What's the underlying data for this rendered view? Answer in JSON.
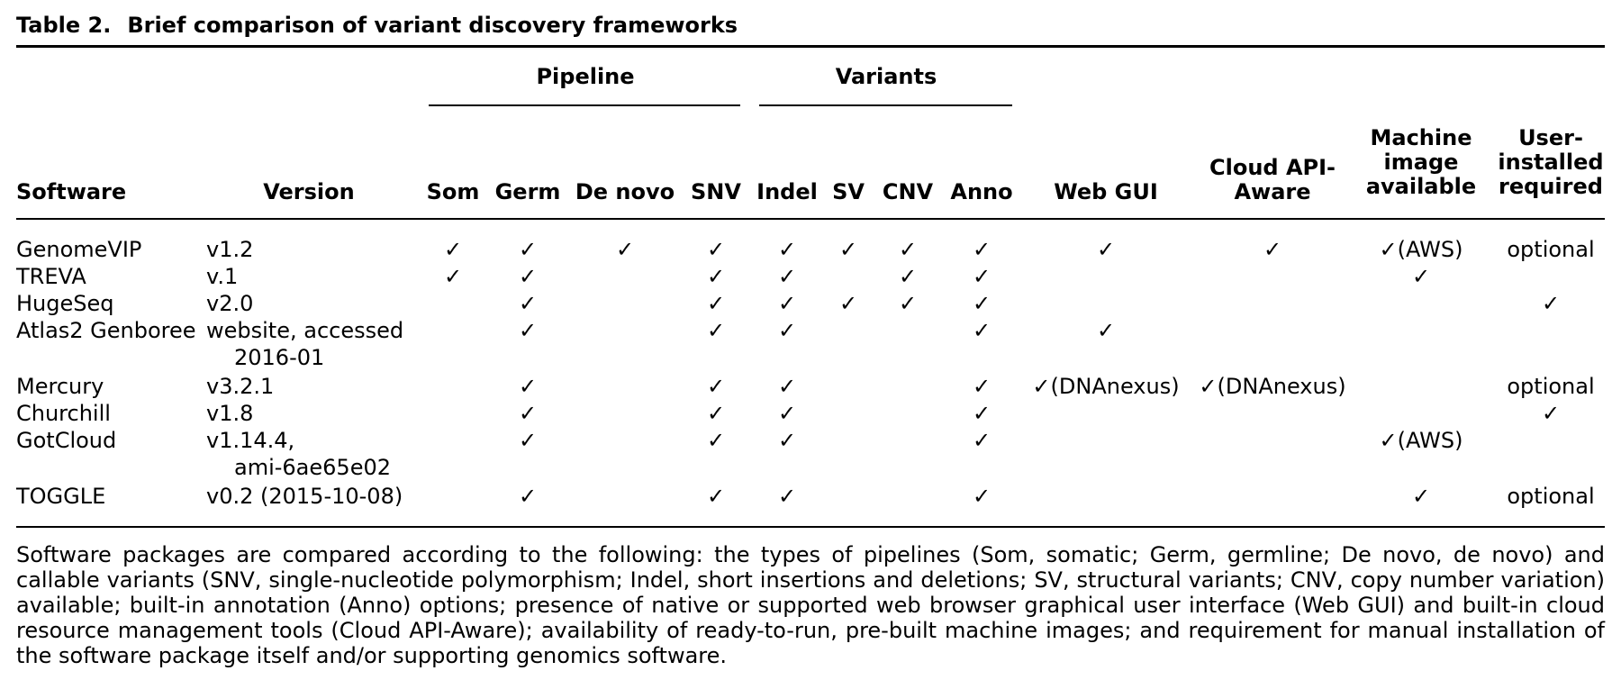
{
  "caption": {
    "label": "Table 2.",
    "text": "Brief comparison of variant discovery frameworks"
  },
  "groups": {
    "pipeline": "Pipeline",
    "variants": "Variants"
  },
  "columns": [
    "Software",
    "Version",
    "Som",
    "Germ",
    "De novo",
    "SNV",
    "Indel",
    "SV",
    "CNV",
    "Anno",
    "Web GUI",
    "Cloud API-Aware",
    "Machine image available",
    "User-installed required"
  ],
  "header_lines": {
    "cloud": [
      "Cloud API-",
      "Aware"
    ],
    "machine": [
      "Machine",
      "image",
      "available"
    ],
    "user": [
      "User-",
      "installed",
      "required"
    ]
  },
  "rows": [
    {
      "software": "GenomeVIP",
      "version": [
        "v1.2"
      ],
      "som": "✓",
      "germ": "✓",
      "denovo": "✓",
      "snv": "✓",
      "indel": "✓",
      "sv": "✓",
      "cnv": "✓",
      "anno": "✓",
      "webgui": "✓",
      "cloud": "✓",
      "machine": "✓(AWS)",
      "user": "optional"
    },
    {
      "software": "TREVA",
      "version": [
        "v.1"
      ],
      "som": "✓",
      "germ": "✓",
      "denovo": "",
      "snv": "✓",
      "indel": "✓",
      "sv": "",
      "cnv": "✓",
      "anno": "✓",
      "webgui": "",
      "cloud": "",
      "machine": "✓",
      "user": ""
    },
    {
      "software": "HugeSeq",
      "version": [
        "v2.0"
      ],
      "som": "",
      "germ": "✓",
      "denovo": "",
      "snv": "✓",
      "indel": "✓",
      "sv": "✓",
      "cnv": "✓",
      "anno": "✓",
      "webgui": "",
      "cloud": "",
      "machine": "",
      "user": "✓"
    },
    {
      "software": "Atlas2 Genboree",
      "version": [
        "website, accessed",
        "2016-01"
      ],
      "som": "",
      "germ": "✓",
      "denovo": "",
      "snv": "✓",
      "indel": "✓",
      "sv": "",
      "cnv": "",
      "anno": "✓",
      "webgui": "✓",
      "cloud": "",
      "machine": "",
      "user": ""
    },
    {
      "software": "Mercury",
      "version": [
        "v3.2.1"
      ],
      "som": "",
      "germ": "✓",
      "denovo": "",
      "snv": "✓",
      "indel": "✓",
      "sv": "",
      "cnv": "",
      "anno": "✓",
      "webgui": "✓(DNAnexus)",
      "cloud": "✓(DNAnexus)",
      "machine": "",
      "user": "optional"
    },
    {
      "software": "Churchill",
      "version": [
        "v1.8"
      ],
      "som": "",
      "germ": "✓",
      "denovo": "",
      "snv": "✓",
      "indel": "✓",
      "sv": "",
      "cnv": "",
      "anno": "✓",
      "webgui": "",
      "cloud": "",
      "machine": "",
      "user": "✓"
    },
    {
      "software": "GotCloud",
      "version": [
        "v1.14.4,",
        "ami-6ae65e02"
      ],
      "som": "",
      "germ": "✓",
      "denovo": "",
      "snv": "✓",
      "indel": "✓",
      "sv": "",
      "cnv": "",
      "anno": "✓",
      "webgui": "",
      "cloud": "",
      "machine": "✓(AWS)",
      "user": ""
    },
    {
      "software": "TOGGLE",
      "version": [
        "v0.2 (2015-10-08)"
      ],
      "som": "",
      "germ": "✓",
      "denovo": "",
      "snv": "✓",
      "indel": "✓",
      "sv": "",
      "cnv": "",
      "anno": "✓",
      "webgui": "",
      "cloud": "",
      "machine": "✓",
      "user": "optional"
    }
  ],
  "footnote": "Software packages are compared according to the following: the types of pipelines (Som, somatic; Germ, germline; De novo, de novo) and callable variants (SNV, single-nucleotide polymorphism; Indel, short insertions and deletions; SV, structural variants; CNV, copy number variation) available; built-in annotation (Anno) options; presence of native or supported web browser graphical user interface (Web GUI) and built-in cloud resource management tools (Cloud API-Aware); availability of ready-to-run, pre-built machine images; and requirement for manual installation of the software package itself and/or supporting genomics software."
}
